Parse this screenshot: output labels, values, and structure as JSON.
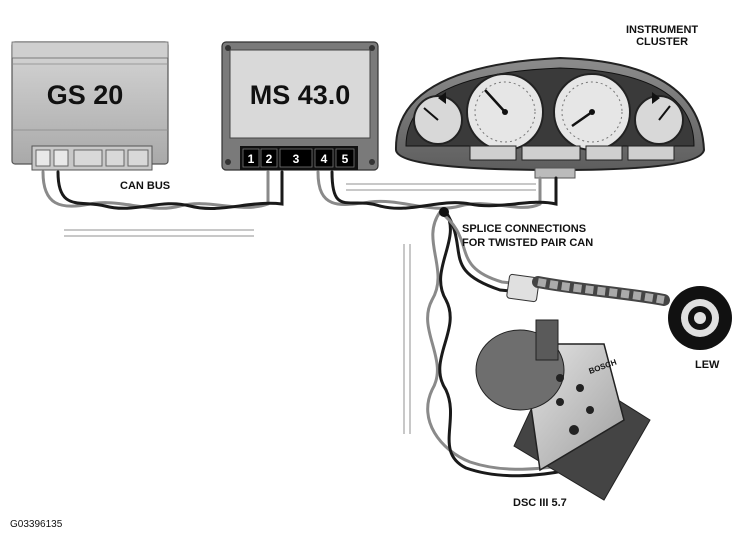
{
  "modules": {
    "gs": {
      "title": "GS 20"
    },
    "ms": {
      "title": "MS 43.0",
      "pins": [
        "1",
        "2",
        "3",
        "4",
        "5"
      ]
    }
  },
  "labels": {
    "can_bus": "CAN BUS",
    "instrument_cluster_line1": "INSTRUMENT",
    "instrument_cluster_line2": "CLUSTER",
    "splice_line1": "SPLICE CONNECTIONS",
    "splice_line2": "FOR TWISTED PAIR CAN",
    "lew": "LEW",
    "dsc": "DSC III 5.7",
    "figure_id": "G03396135",
    "dsc_brand": "BOSCH"
  },
  "colors": {
    "wire_dark": "#1a1a1a",
    "wire_light": "#8a8a8a",
    "module_fill": "#bdbdbd",
    "cluster_fill": "#9a9a9a"
  }
}
